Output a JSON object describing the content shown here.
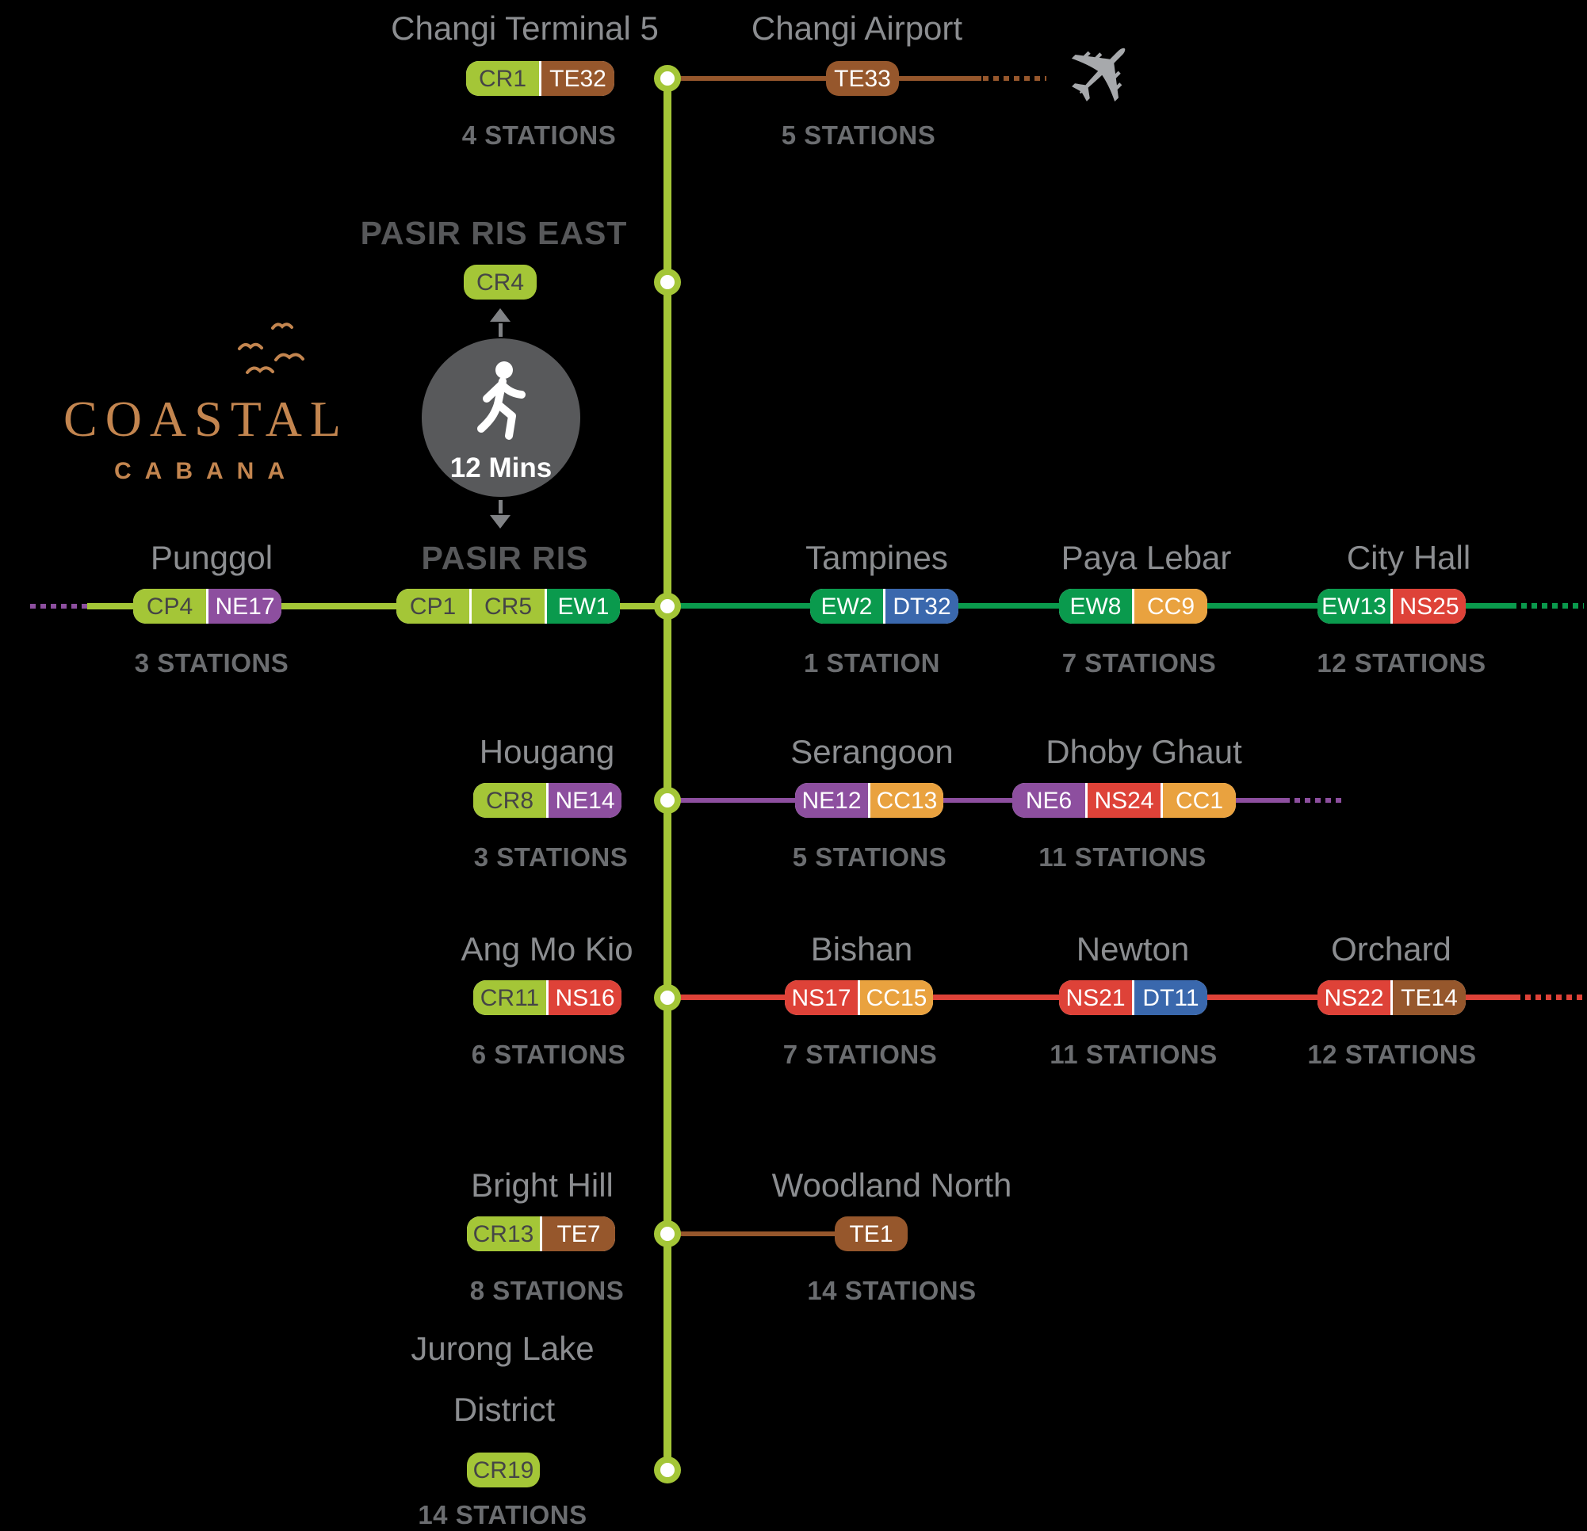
{
  "brand": {
    "title": "COASTAL",
    "subtitle": "CABANA"
  },
  "walk": {
    "duration": "12 Mins"
  },
  "icons": {
    "airplane": "✈"
  },
  "colors": {
    "lines": {
      "CR": "#a4c637",
      "CP": "#a4c637",
      "EW": "#0a9a4d",
      "NS": "#de4238",
      "NE": "#8d4f9f",
      "CC": "#e9a23f",
      "DT": "#3a68ad",
      "TE": "#96572c"
    },
    "badge_text_dark": "#454546",
    "badge_text_light": "#ffffff",
    "accent_green": "#a4c637",
    "station_label": "#8b8d90",
    "station_count": "#6b6d70",
    "dark_label": "#57585a",
    "walk_circle": "#58595b",
    "brand_copper": "#c3854f",
    "plane_gray": "#a7a9ac"
  },
  "stations": {
    "changi_t5": {
      "name": "Changi Terminal 5",
      "badges": [
        "CR1",
        "TE32"
      ],
      "count": "4 STATIONS"
    },
    "changi_airport": {
      "name": "Changi Airport",
      "badges": [
        "TE33"
      ],
      "count": "5 STATIONS"
    },
    "pasir_ris_east": {
      "name": "PASIR RIS EAST",
      "badges": [
        "CR4"
      ]
    },
    "punggol": {
      "name": "Punggol",
      "badges": [
        "CP4",
        "NE17"
      ],
      "count": "3 STATIONS"
    },
    "pasir_ris": {
      "name": "PASIR RIS",
      "badges": [
        "CP1",
        "CR5",
        "EW1"
      ]
    },
    "tampines": {
      "name": "Tampines",
      "badges": [
        "EW2",
        "DT32"
      ],
      "count": "1 STATION"
    },
    "paya_lebar": {
      "name": "Paya Lebar",
      "badges": [
        "EW8",
        "CC9"
      ],
      "count": "7 STATIONS"
    },
    "city_hall": {
      "name": "City Hall",
      "badges": [
        "EW13",
        "NS25"
      ],
      "count": "12 STATIONS"
    },
    "hougang": {
      "name": "Hougang",
      "badges": [
        "CR8",
        "NE14"
      ],
      "count": "3 STATIONS"
    },
    "serangoon": {
      "name": "Serangoon",
      "badges": [
        "NE12",
        "CC13"
      ],
      "count": "5 STATIONS"
    },
    "dhoby_ghaut": {
      "name": "Dhoby Ghaut",
      "badges": [
        "NE6",
        "NS24",
        "CC1"
      ],
      "count": "11 STATIONS"
    },
    "ang_mo_kio": {
      "name": "Ang Mo Kio",
      "badges": [
        "CR11",
        "NS16"
      ],
      "count": "6 STATIONS"
    },
    "bishan": {
      "name": "Bishan",
      "badges": [
        "NS17",
        "CC15"
      ],
      "count": "7 STATIONS"
    },
    "newton": {
      "name": "Newton",
      "badges": [
        "NS21",
        "DT11"
      ],
      "count": "11 STATIONS"
    },
    "orchard": {
      "name": "Orchard",
      "badges": [
        "NS22",
        "TE14"
      ],
      "count": "12 STATIONS"
    },
    "bright_hill": {
      "name": "Bright Hill",
      "badges": [
        "CR13",
        "TE7"
      ],
      "count": "8 STATIONS"
    },
    "woodland_north": {
      "name": "Woodland North",
      "badges": [
        "TE1"
      ],
      "count": "14 STATIONS"
    },
    "jurong_lake": {
      "name_line1": "Jurong Lake",
      "name_line2": "District",
      "badges": [
        "CR19"
      ],
      "count": "14 STATIONS"
    }
  }
}
